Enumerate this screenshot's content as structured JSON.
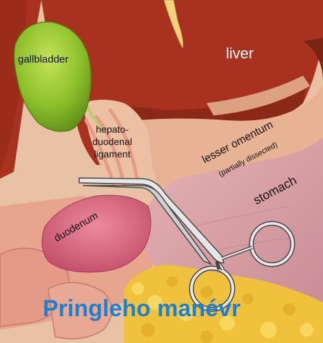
{
  "labels": {
    "gallbladder": "gallbladder",
    "liver": "liver",
    "hepato_line1": "hepato-",
    "hepato_line2": "duodenal",
    "hepato_line3": "ligament",
    "lesser_omentum": "lesser omentum",
    "partially_dissected": "(partially dissected)",
    "stomach": "stomach",
    "duodenum": "duodenum"
  },
  "title": "Pringleho manévr",
  "colors": {
    "liver": "#a8321f",
    "liver_dark": "#7c2414",
    "gallbladder": "#8cbf2a",
    "omentum": "#e7b394",
    "stomach": "#dba0a6",
    "duodenum": "#d9657e",
    "fat": "#f0c23c",
    "instrument": "#e6e6e6",
    "title": "#1f7fd0"
  }
}
